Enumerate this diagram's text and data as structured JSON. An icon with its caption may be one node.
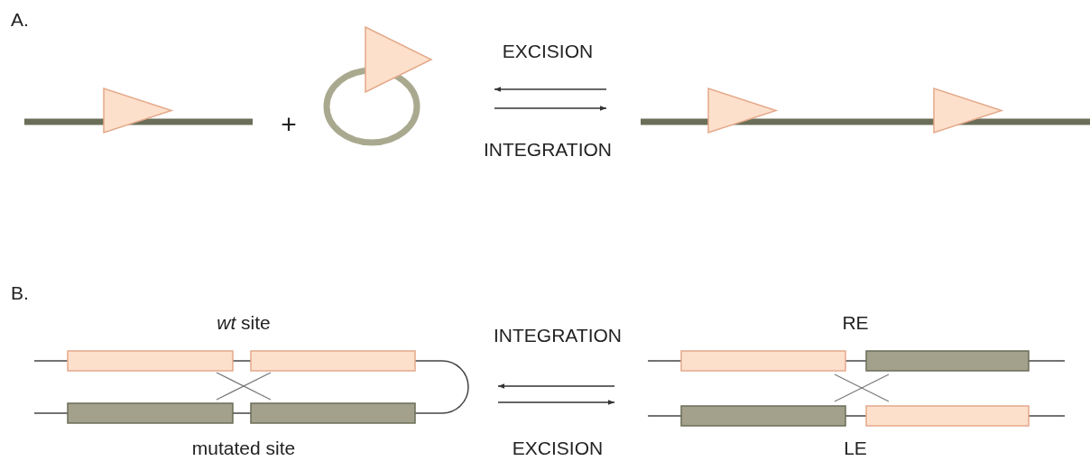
{
  "diagram": {
    "nodes": [
      {
        "text": [],
        "shape": "picture"
      },
      {
        "text": [],
        "shape": "picture"
      },
      {
        "text": [],
        "shape": "picture",
        "beside": [
          "*wt* site",
          "mutated site"
        ]
      },
      {
        "text": [],
        "shape": "picture",
        "beside": [
          "RE",
          "LE"
        ]
      }
    ],
    "edges": [
      {
        "from": 1,
        "to": 0,
        "arrow": "to",
        "label": "EXCISION"
      },
      {
        "from": 0,
        "to": 1,
        "arrow": "to",
        "label": "INTEGRATION"
      },
      {
        "from": 3,
        "to": 2,
        "arrow": "to",
        "label": "INTEGRATION"
      },
      {
        "from": 2,
        "to": 3,
        "arrow": "to",
        "label": "EXCISION"
      }
    ],
    "labels": [
      "A.",
      "B.",
      "+"
    ]
  }
}
